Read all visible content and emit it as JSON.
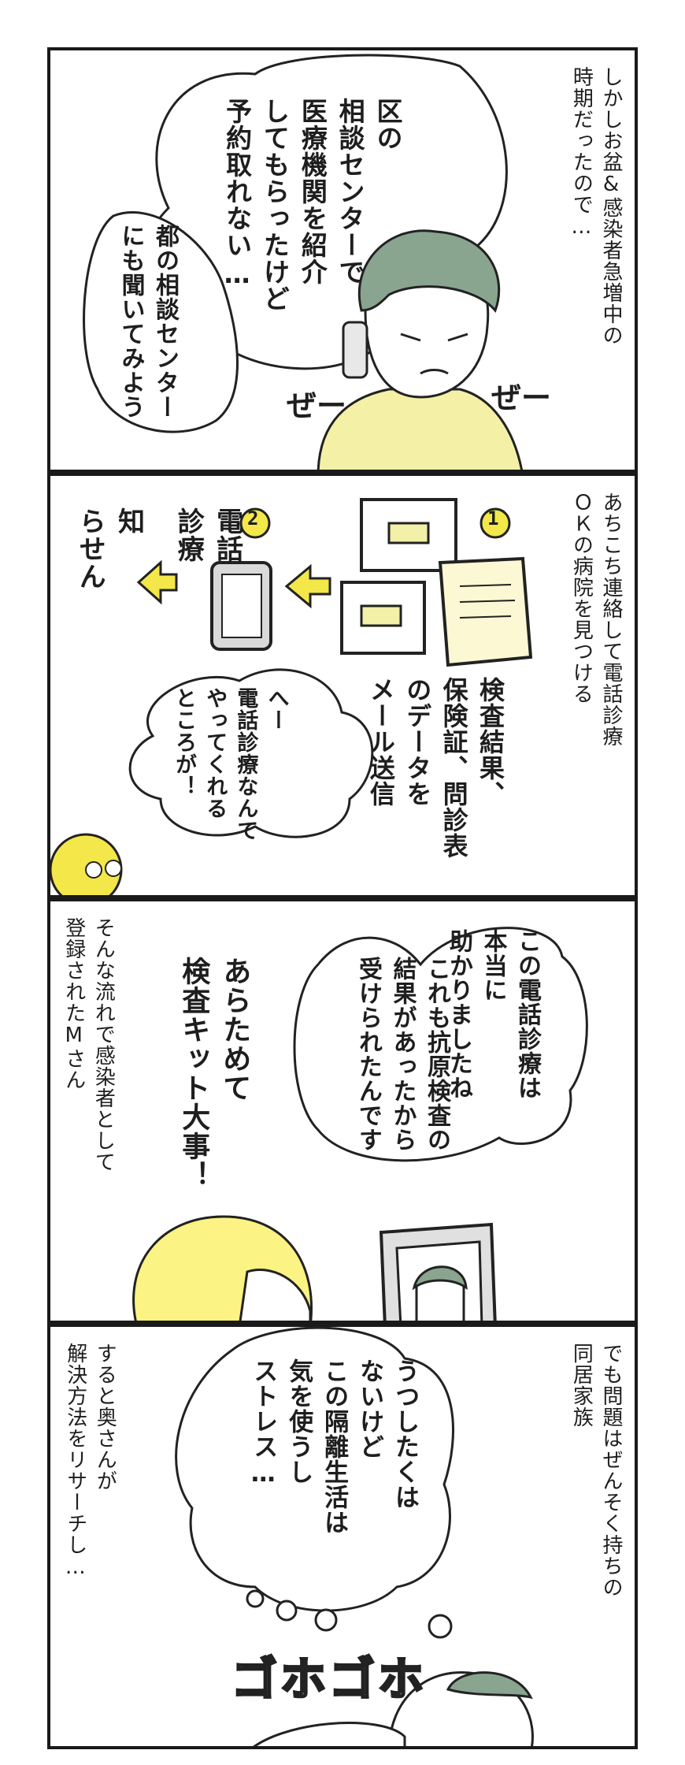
{
  "panels": [
    {
      "narration": "しかしお盆&感染者急増中の\n時期だったので…",
      "speech_main": "区の\n相談センターで\n医療機関を紹介\nしてもらったけど\n予約取れない…",
      "speech_sub": "都の相談センター\nにも聞いてみよう",
      "sfx_right": "ぜー",
      "sfx_left": "ぜー"
    },
    {
      "narration": "あちこち連絡して電話診療\nＯＫの病院を見つける",
      "step1": "1",
      "step2": "2",
      "note_label": "電話\n診療",
      "unknown_label": "知\nらせん",
      "handwritten": "検査結果、\n保険証、問診表\nのデータを\nメール送信",
      "speech": "へー\n電話診療なんて\nやってくれる\nところが！"
    },
    {
      "narration": "そんな流れで感染者として\n登録されたMさん",
      "speech_doctor": "この電話診療は\n本当に\n助かりましたね",
      "speech_doctor2": "これも抗原検査の\n結果があったから\n受けられたんです",
      "handwritten": "あらためて\n検査キット大事！"
    },
    {
      "narration_right": "でも問題はぜんそく持ちの\n同居家族",
      "narration_left": "すると奥さんが\n解決方法をリサーチし…",
      "speech": "うつしたくは\nないけど\nこの隔離生活は\n気を使うし\nストレス…",
      "sfx": "ゴホゴホ"
    }
  ]
}
